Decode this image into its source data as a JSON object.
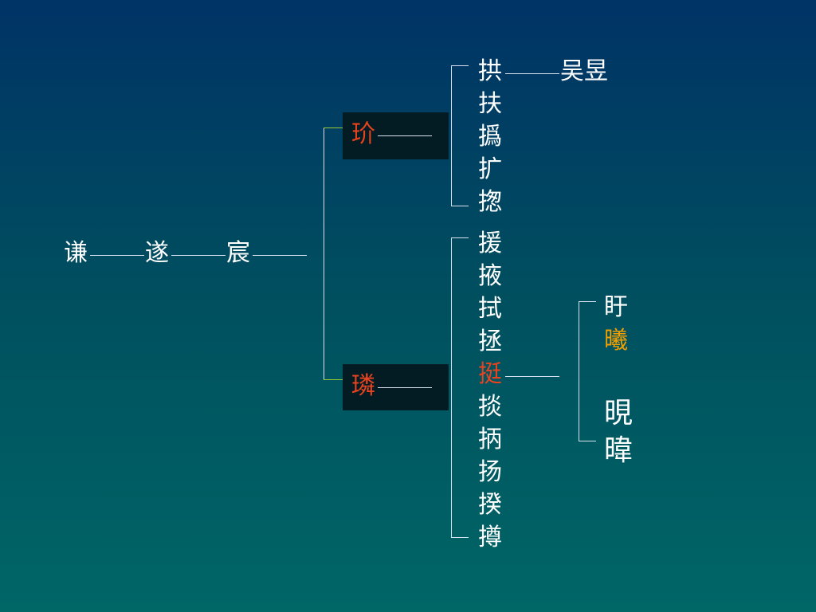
{
  "root_chain": {
    "gen1": "谦",
    "gen2": "遂",
    "gen3": "宸"
  },
  "branches": {
    "upper": {
      "name": "玠",
      "children": [
        "拱",
        "扶",
        "撝",
        "扩",
        "揔"
      ],
      "first_child_descendant": "吴昱"
    },
    "lower": {
      "name": "璘",
      "children": [
        "援",
        "掖",
        "拭",
        "拯",
        "挺",
        "掞",
        "抦",
        "扬",
        "揆",
        "撙"
      ],
      "highlighted_child": "挺",
      "挺_children": [
        "盱",
        "曦",
        "晛",
        "暐"
      ]
    }
  },
  "colors": {
    "background_top": "#003366",
    "background_bottom": "#006666",
    "text": "#ffffff",
    "highlight_red": "#e8431e",
    "highlight_orange": "#f0a000",
    "box": "#031c24",
    "connector_green": "#99cc33"
  }
}
